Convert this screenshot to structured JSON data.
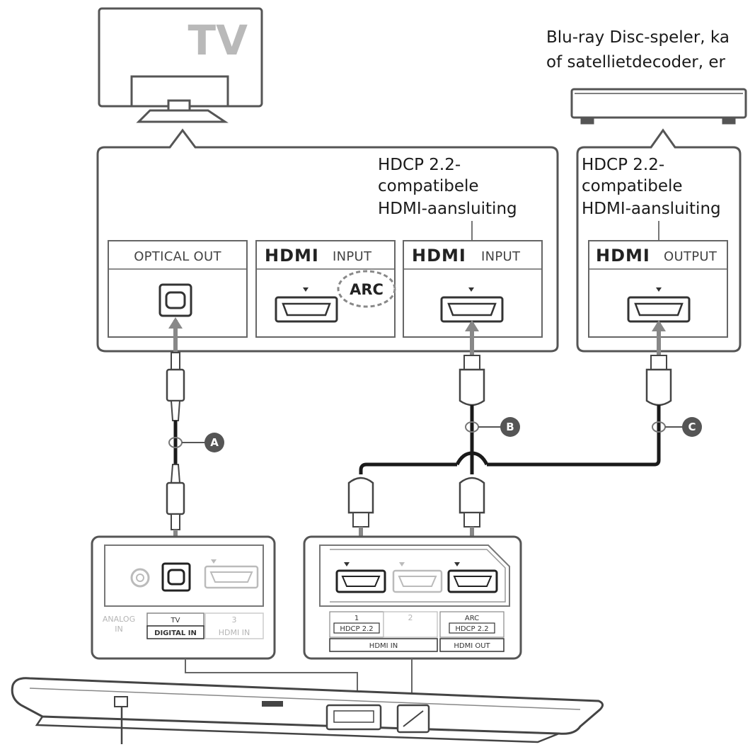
{
  "tv": {
    "label": "TV"
  },
  "source_device": {
    "label_line1": "Blu-ray Disc-speler, ka",
    "label_line2": "of satellietdecoder, er"
  },
  "tv_panel": {
    "hdcp_line1": "HDCP 2.2-",
    "hdcp_line2": "compatibele",
    "hdcp_line3": "HDMI-aansluiting",
    "optical_label": "OPTICAL OUT",
    "hdmi_input_arc_logo": "HDMI",
    "hdmi_input_arc_word": "INPUT",
    "arc_label": "ARC",
    "hdmi_input_logo": "HDMI",
    "hdmi_input_word": "INPUT"
  },
  "source_panel": {
    "hdcp_line1": "HDCP 2.2-",
    "hdcp_line2": "compatibele",
    "hdcp_line3": "HDMI-aansluiting",
    "hdmi_output_logo": "HDMI",
    "hdmi_output_word": "OUTPUT"
  },
  "cables": {
    "a": "A",
    "b": "B",
    "c": "C"
  },
  "soundbar_left_panel": {
    "analog_line1": "ANALOG",
    "analog_line2": "IN",
    "tv_label": "TV",
    "digital_in": "DIGITAL IN",
    "hdmi3_num": "3",
    "hdmi3_label": "HDMI IN"
  },
  "soundbar_right_panel": {
    "port1_num": "1",
    "port1_hdcp": "HDCP 2.2",
    "port2_num": "2",
    "arc_label": "ARC",
    "arc_hdcp": "HDCP 2.2",
    "hdmi_in": "HDMI IN",
    "hdmi_out": "HDMI OUT"
  },
  "colors": {
    "line": "#555555",
    "badge": "#555555",
    "cable": "#1a1a1a"
  }
}
